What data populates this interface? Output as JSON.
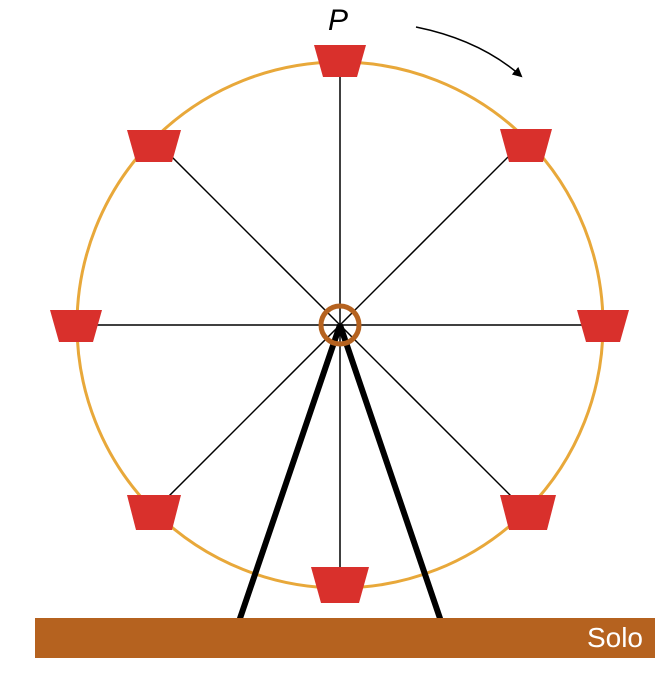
{
  "labels": {
    "point": "P",
    "ground": "Solo"
  },
  "colors": {
    "rim": "#e8a83a",
    "cabin": "#d9302c",
    "hub": "#b5621f",
    "ground": "#b5621f",
    "spoke": "#000000",
    "support": "#000000"
  },
  "rotation": "clockwise",
  "cabin_count": 8
}
